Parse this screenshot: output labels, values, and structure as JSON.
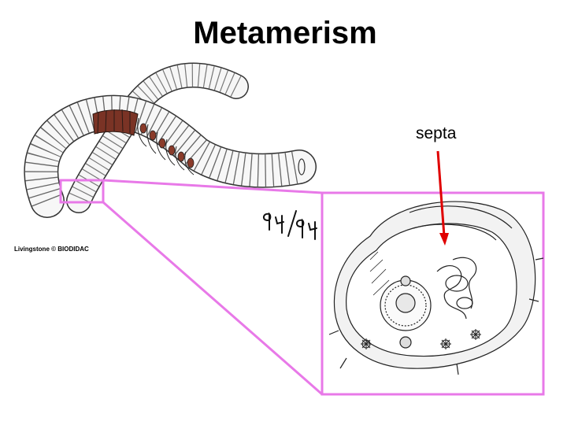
{
  "slide": {
    "title": "Metamerism",
    "septa_label": "septa",
    "credit": "Livingstone © BIODIDAC"
  },
  "colors": {
    "highlight": "#e879e8",
    "arrow": "#e00000",
    "segment_brown": "#8a3b2a"
  },
  "icons": {
    "worm": "earthworm-illustration",
    "cross_section": "body-segment-cross-section",
    "handwriting": "handwritten-annotation"
  }
}
